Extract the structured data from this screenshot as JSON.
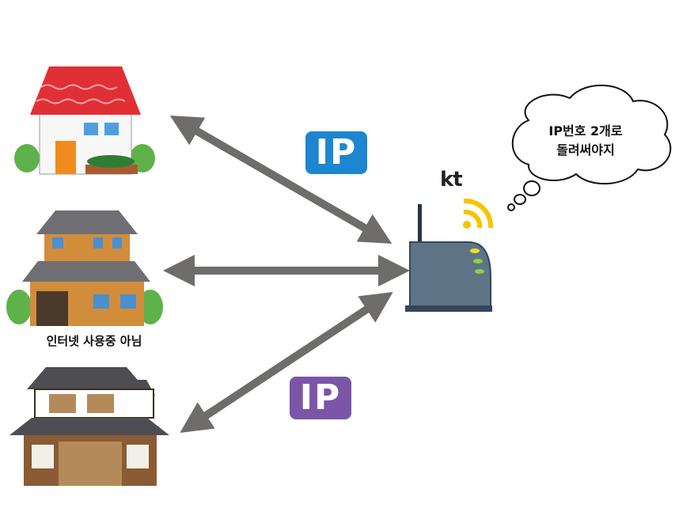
{
  "diagram": {
    "house_caption": "인터넷 사용중 아님",
    "ip_badge_top": "IP",
    "ip_badge_bottom": "IP",
    "router_brand": "kt",
    "thought_bubble": {
      "line1": "IP번호 2개로",
      "line2": "돌려써야지"
    }
  },
  "colors": {
    "arrow": "#6f6d6b",
    "ip_badge_top": "#1c86d1",
    "ip_badge_bottom": "#7b55a8",
    "router_body": "#5f7387",
    "wifi_signal": "#f5c400",
    "roof_red": "#e03036"
  }
}
